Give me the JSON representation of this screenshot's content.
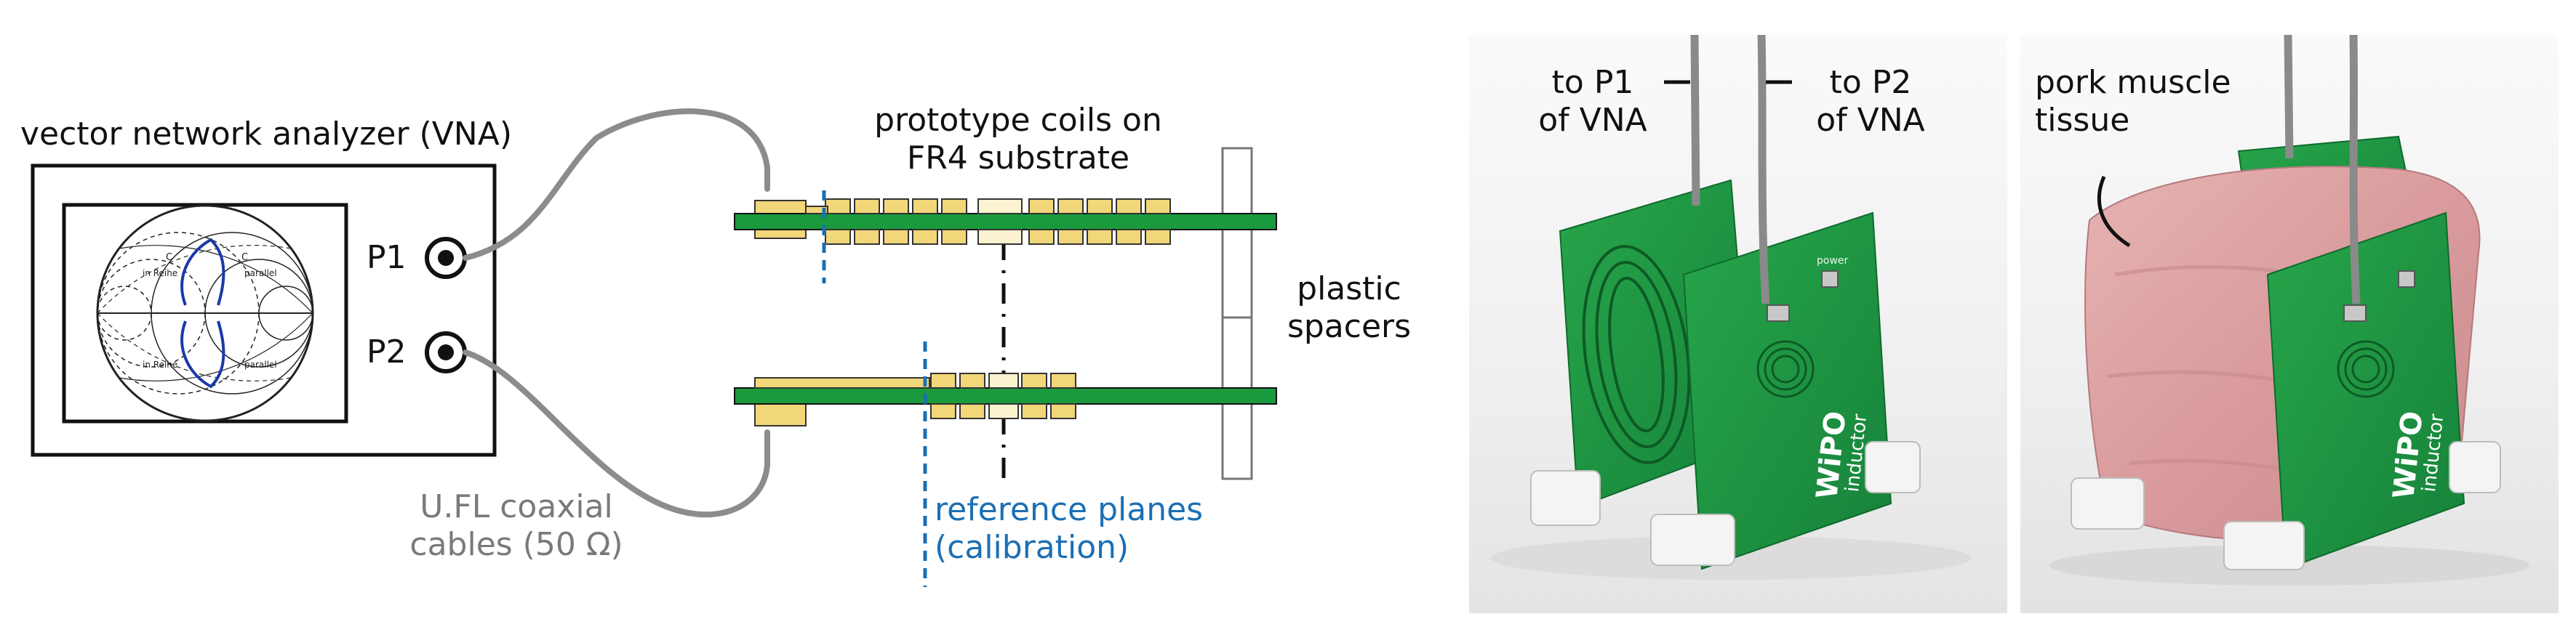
{
  "diagram": {
    "vna_label": "vector network analyzer (VNA)",
    "port1": "P1",
    "port2": "P2",
    "smith_labels": [
      "in Reihe",
      "parallel",
      "in Reihe",
      "parallel"
    ],
    "smith_labels_c": "C",
    "coils_label_line1": "prototype coils on",
    "coils_label_line2": "FR4 substrate",
    "spacers_line1": "plastic",
    "spacers_line2": "spacers",
    "cables_line1": "U.FL coaxial",
    "cables_line2": "cables (50 Ω)",
    "ref_line1": "reference planes",
    "ref_line2": "(calibration)"
  },
  "photo1": {
    "p1_line1": "to P1",
    "p1_line2": "of VNA",
    "p2_line1": "to P2",
    "p2_line2": "of VNA",
    "board_text": "WiPO",
    "board_sub": "inductor",
    "power_label": "power"
  },
  "photo2": {
    "tissue_line1": "pork muscle",
    "tissue_line2": "tissue",
    "board_text": "WiPO",
    "board_sub": "inductor"
  },
  "colors": {
    "pcb_green": "#1a9a3c",
    "copper": "#f1d77a",
    "reference_blue": "#1b6fb4",
    "cable_grey": "#8c8c8c"
  }
}
